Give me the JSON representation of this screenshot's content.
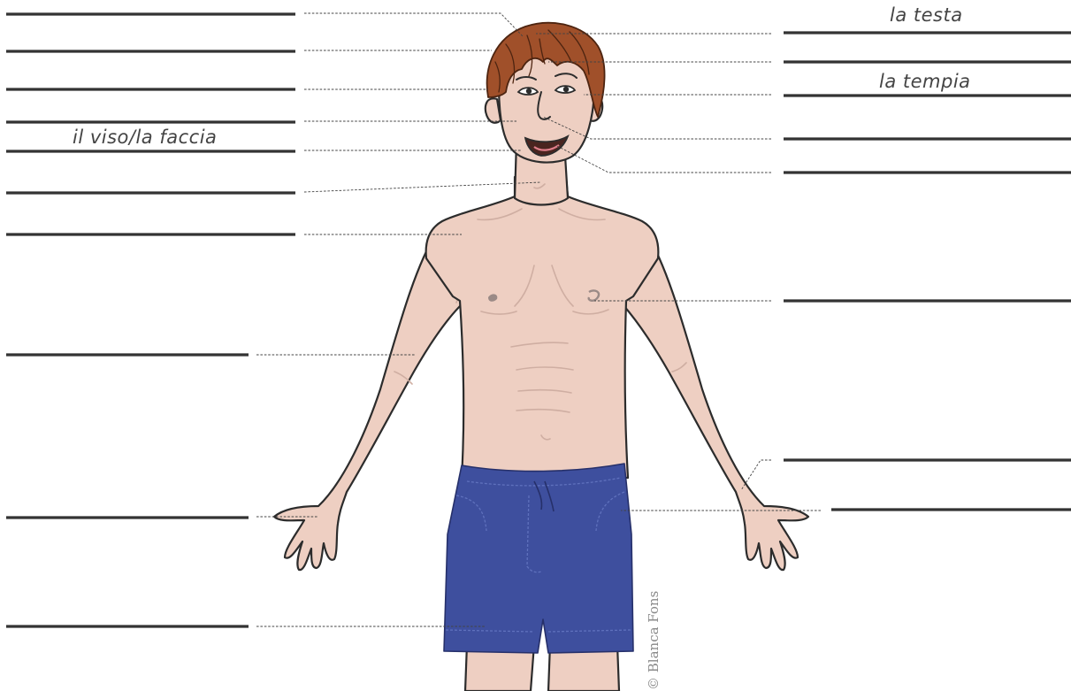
{
  "labels": {
    "testa": "la testa",
    "tempia": "la tempia",
    "viso": "il viso/la faccia"
  },
  "credit": "© Blanca Fons",
  "colors": {
    "skin": "#eecfc2",
    "hair": "#a0502a",
    "shorts": "#3e4f9e",
    "answer_line": "#333333",
    "label_text": "#444444"
  }
}
